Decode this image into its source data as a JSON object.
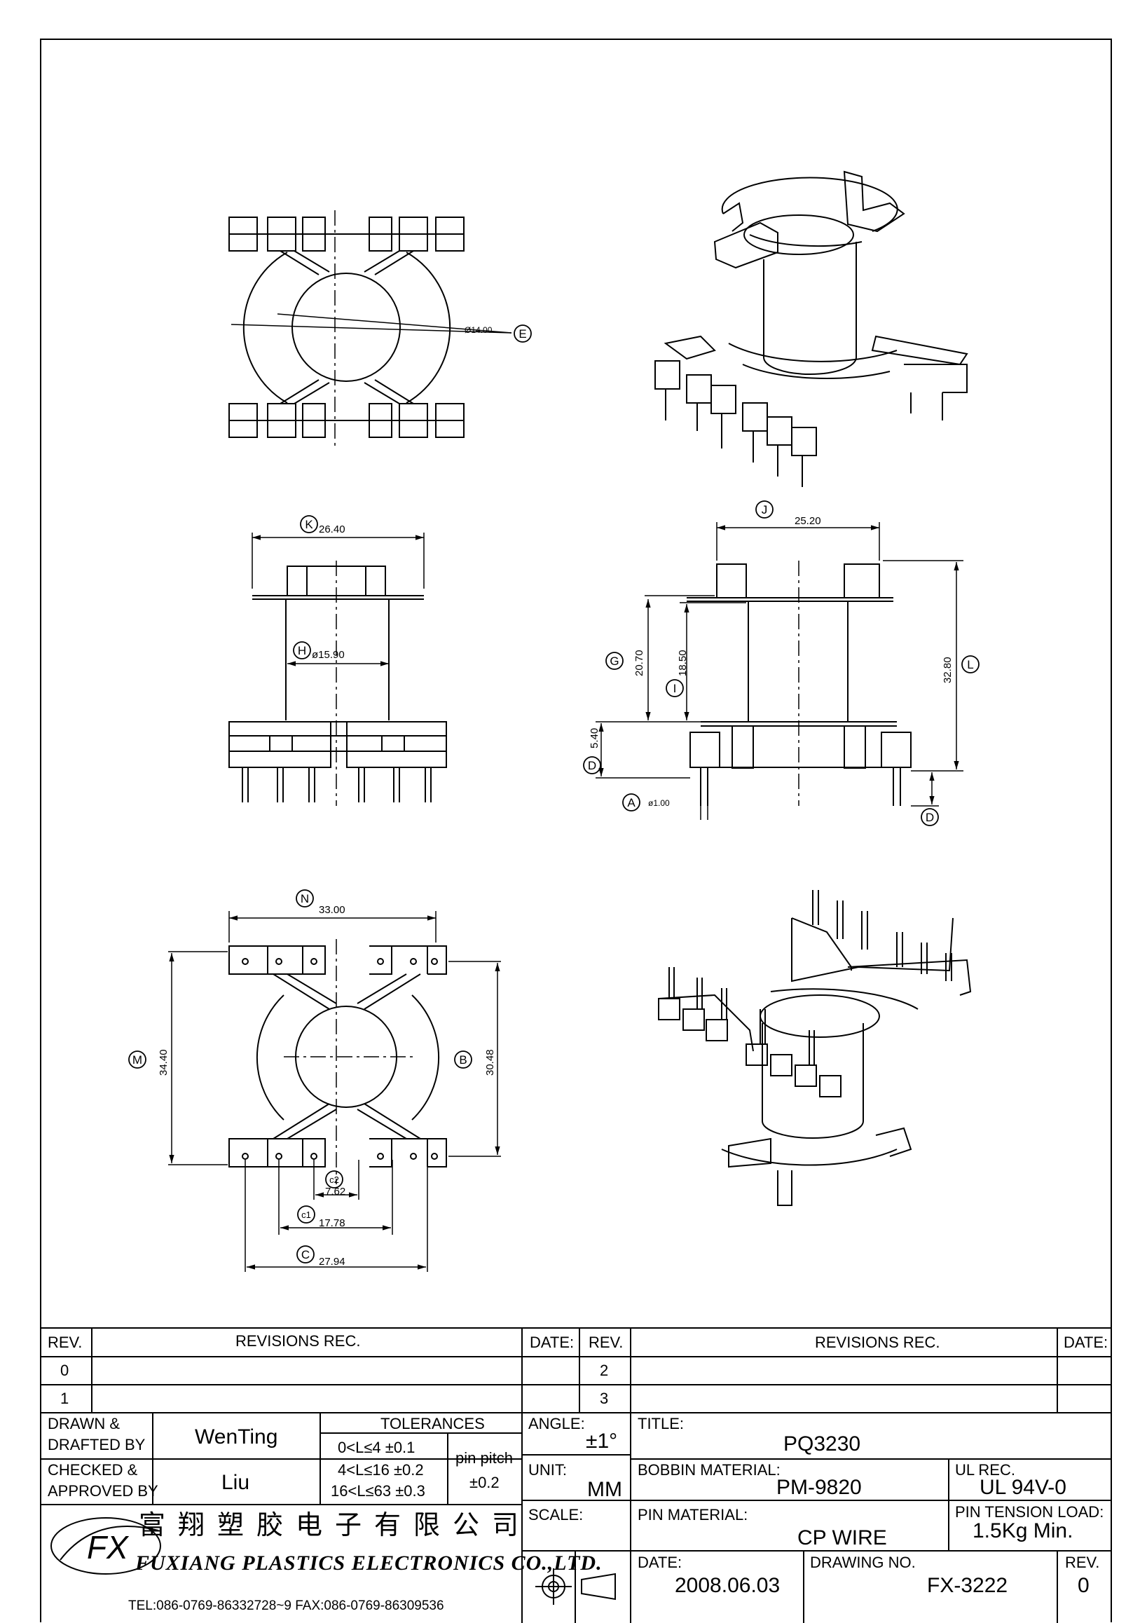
{
  "dims": {
    "E": "Ø14.00",
    "K": "26.40",
    "H": "ø15.90",
    "J": "25.20",
    "G": "20.70",
    "I": "18.50",
    "L": "32.80",
    "D": "5.40",
    "A": "ø1.00",
    "N": "33.00",
    "M": "34.40",
    "B": "30.48",
    "C2": "7.62",
    "C1": "17.78",
    "C": "27.94"
  },
  "markers": {
    "E": "E",
    "K": "K",
    "H": "H",
    "J": "J",
    "G": "G",
    "I": "I",
    "L": "L",
    "D": "D",
    "A": "A",
    "D2": "D",
    "N": "N",
    "M": "M",
    "B": "B",
    "C2": "c2",
    "C1": "c1",
    "C": "C"
  },
  "title_block": {
    "rev_label": "REV.",
    "revisions_label": "REVISIONS    REC.",
    "date_label": "DATE:",
    "rev_label2": "REV.",
    "revisions_label2": "REVISIONS    REC.",
    "date_label2": "DATE:",
    "rev_rows_left": [
      "0",
      "1"
    ],
    "rev_rows_right": [
      "2",
      "3"
    ],
    "drawn_label": "DRAWN  &",
    "drafted_label": "DRAFTED BY",
    "drawn_by": "WenTing",
    "checked_label": "CHECKED  &",
    "approved_label": "APPROVED BY",
    "checked_by": "Liu",
    "tolerances_label": "TOLERANCES",
    "tol_rows": [
      "0<L≤4    ±0.1",
      "4<L≤16  ±0.2",
      "16<L≤63  ±0.3"
    ],
    "pin_pitch_label": "pin  pitch",
    "pin_pitch_value": "±0.2",
    "angle_label": "ANGLE:",
    "angle_value": "±1°",
    "unit_label": "UNIT:",
    "unit_value": "MM",
    "scale_label": "SCALE:",
    "title_label": "TITLE:",
    "title_value": "PQ3230",
    "bobbin_label": "BOBBIN  MATERIAL:",
    "bobbin_value": "PM-9820",
    "ul_label": "UL  REC.",
    "ul_value": "UL  94V-0",
    "pin_mat_label": "PIN  MATERIAL:",
    "pin_mat_value": "CP  WIRE",
    "pin_tension_label": "PIN  TENSION  LOAD:",
    "pin_tension_value": "1.5Kg  Min.",
    "date_label3": "DATE:",
    "date_value": "2008.06.03",
    "drawing_no_label": "DRAWING  NO.",
    "drawing_no_value": "FX-3222",
    "rev_label3": "REV.",
    "rev_value": "0",
    "company_cn": "富翔塑胶电子有限公司",
    "company_en": "FUXIANG  PLASTICS  ELECTRONICS  CO.,LTD.",
    "tel": "TEL:086-0769-86332728~9   FAX:086-0769-86309536",
    "logo_text": "FX"
  }
}
